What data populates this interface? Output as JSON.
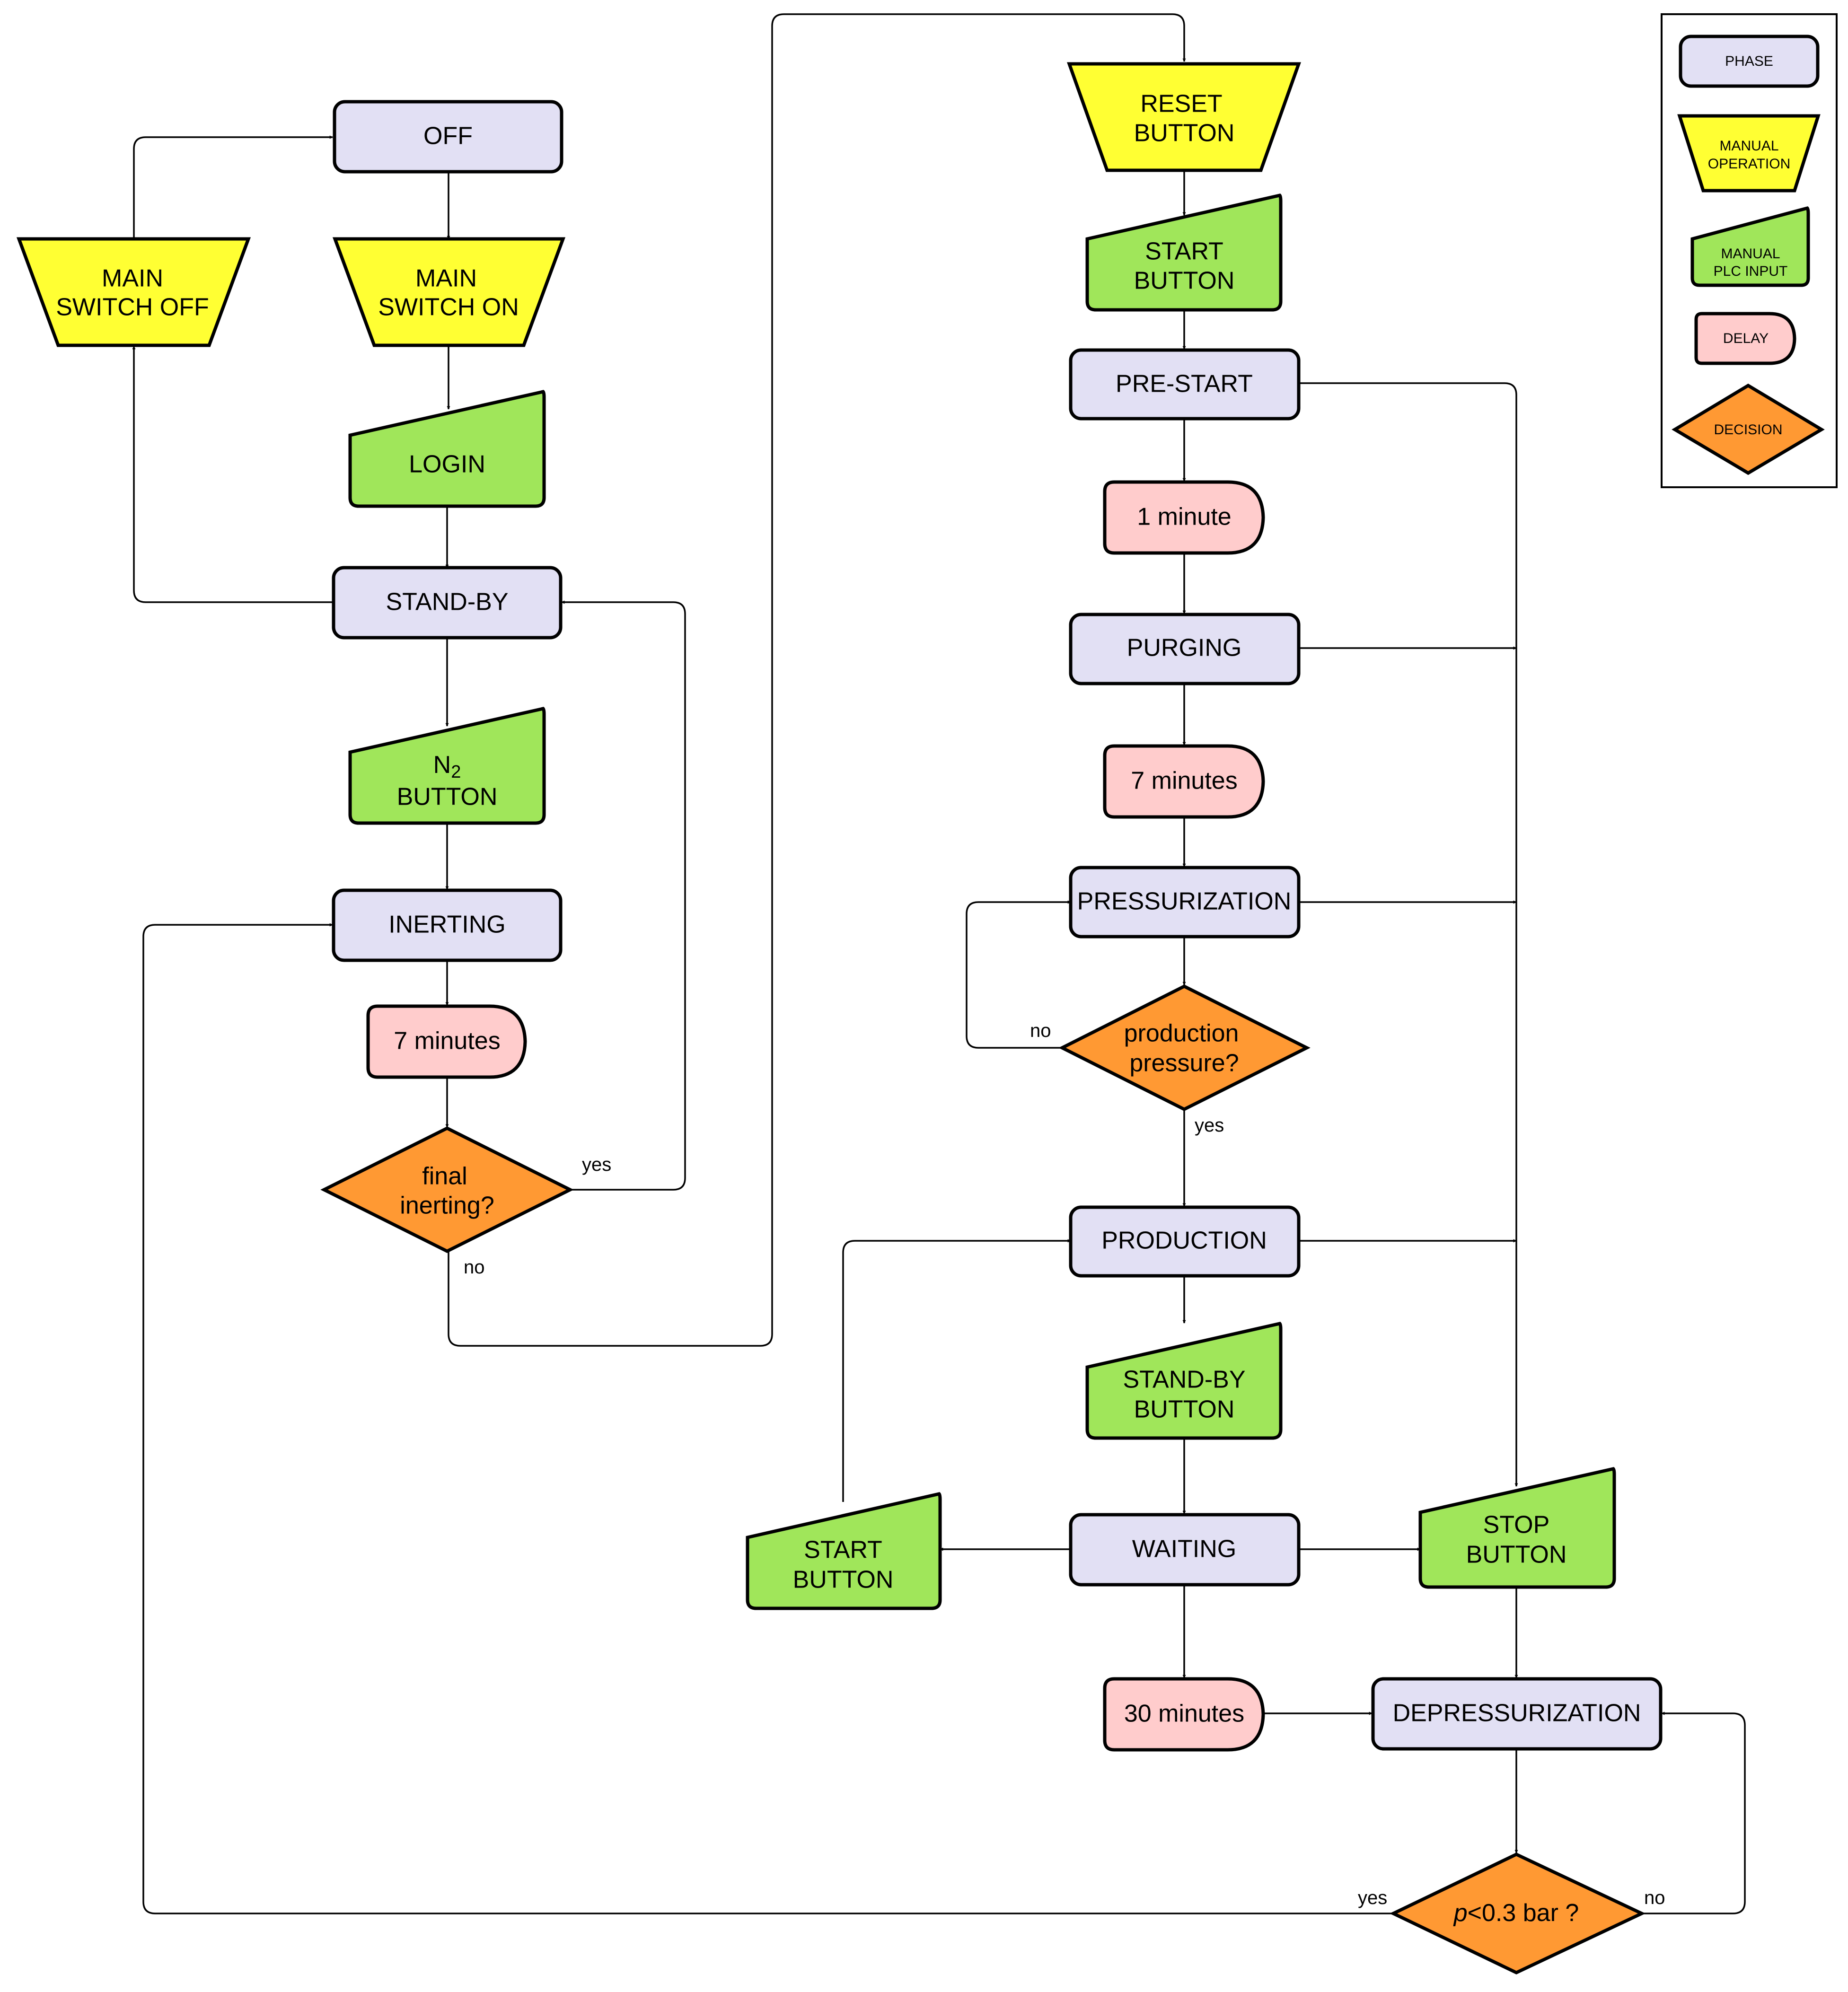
{
  "colors": {
    "phase": "#E2E0F4",
    "manual_operation": "#FFFF33",
    "manual_plc_input": "#A0E65A",
    "delay": "#FFCCCC",
    "decision": "#FF9933"
  },
  "legend": {
    "phase": "PHASE",
    "manual_operation_1": "MANUAL",
    "manual_operation_2": "OPERATION",
    "manual_plc_input_1": "MANUAL",
    "manual_plc_input_2": "PLC INPUT",
    "delay": "DELAY",
    "decision": "DECISION"
  },
  "nodes": {
    "off": "OFF",
    "main_switch_off_1": "MAIN",
    "main_switch_off_2": "SWITCH OFF",
    "main_switch_on_1": "MAIN",
    "main_switch_on_2": "SWITCH ON",
    "login": "LOGIN",
    "standby": "STAND-BY",
    "n2_button_1": "N",
    "n2_button_sub": "2",
    "n2_button_2": "BUTTON",
    "inerting": "INERTING",
    "delay_7min_a": "7 minutes",
    "final_inerting_1": "final",
    "final_inerting_2": "inerting?",
    "reset_button_1": "RESET",
    "reset_button_2": "BUTTON",
    "start_button_top_1": "START",
    "start_button_top_2": "BUTTON",
    "prestart": "PRE-START",
    "delay_1min": "1 minute",
    "purging": "PURGING",
    "delay_7min_b": "7 minutes",
    "pressurization": "PRESSURIZATION",
    "production_pressure_1": "production",
    "production_pressure_2": "pressure?",
    "production": "PRODUCTION",
    "standby_button_1": "STAND-BY",
    "standby_button_2": "BUTTON",
    "waiting": "WAITING",
    "start_button_bottom_1": "START",
    "start_button_bottom_2": "BUTTON",
    "stop_button_1": "STOP",
    "stop_button_2": "BUTTON",
    "delay_30min": "30 minutes",
    "depressurization": "DEPRESSURIZATION",
    "pressure_check_var": "p",
    "pressure_check_rest": "<0.3 bar ?"
  },
  "edge_labels": {
    "final_inerting_yes": "yes",
    "final_inerting_no": "no",
    "production_pressure_no": "no",
    "production_pressure_yes": "yes",
    "pressure_check_yes": "yes",
    "pressure_check_no": "no"
  }
}
